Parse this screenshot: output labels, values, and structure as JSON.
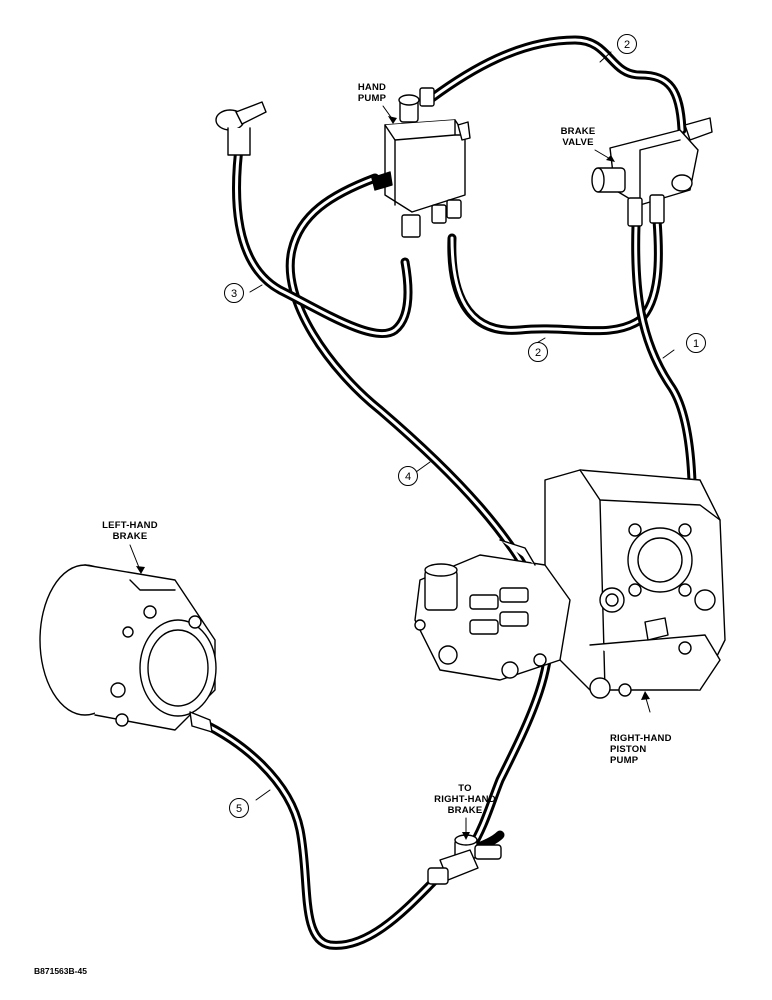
{
  "labels": {
    "hand_pump": [
      "HAND",
      "PUMP"
    ],
    "brake_valve": [
      "BRAKE",
      "VALVE"
    ],
    "left_hand_brake": [
      "LEFT-HAND",
      "BRAKE"
    ],
    "right_hand_piston_pump": [
      "RIGHT-HAND",
      "PISTON",
      "PUMP"
    ],
    "to_right_hand_brake": [
      "TO",
      "RIGHT-HAND",
      "BRAKE"
    ]
  },
  "callouts": {
    "line_1": "1",
    "line_2_top": "2",
    "line_2_bottom": "2",
    "line_3": "3",
    "line_4": "4",
    "line_5": "5"
  },
  "figure_ref": "B871563B-45"
}
